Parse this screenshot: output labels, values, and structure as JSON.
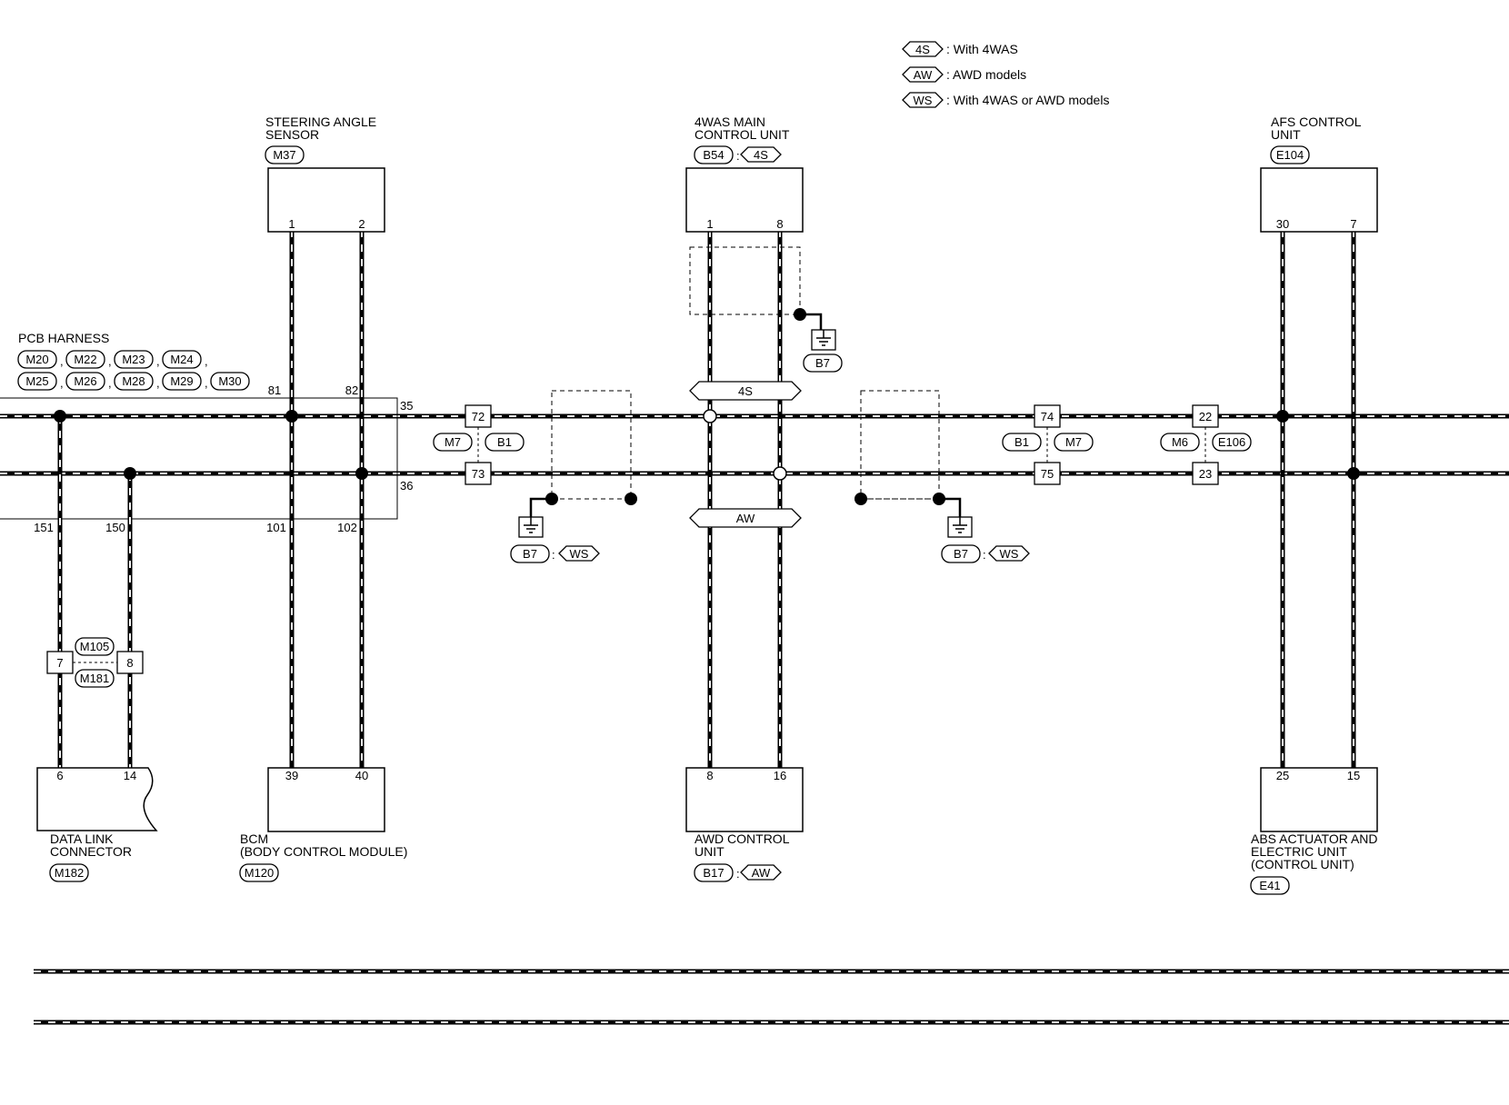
{
  "legend": [
    {
      "code": "4S",
      "text": ": With 4WAS"
    },
    {
      "code": "AW",
      "text": ": AWD models"
    },
    {
      "code": "WS",
      "text": ": With 4WAS or AWD models"
    }
  ],
  "components": {
    "steering_angle_sensor": {
      "name_1": "STEERING ANGLE",
      "name_2": "SENSOR",
      "connector": "M37",
      "pins": [
        "1",
        "2"
      ]
    },
    "main_4was": {
      "name_1": "4WAS MAIN",
      "name_2": "CONTROL UNIT",
      "connector": "B54",
      "condition": "4S",
      "pins": [
        "1",
        "8"
      ]
    },
    "afs": {
      "name_1": "AFS CONTROL",
      "name_2": "UNIT",
      "connector": "E104",
      "pins": [
        "30",
        "7"
      ]
    },
    "dlc": {
      "name_1": "DATA LINK",
      "name_2": "CONNECTOR",
      "connector": "M182",
      "pins": [
        "6",
        "14"
      ]
    },
    "bcm": {
      "name_1": "BCM",
      "name_2": "(BODY CONTROL MODULE)",
      "connector": "M120",
      "pins": [
        "39",
        "40"
      ]
    },
    "awd": {
      "name_1": "AWD CONTROL",
      "name_2": "UNIT",
      "connector": "B17",
      "condition": "AW",
      "pins": [
        "8",
        "16"
      ]
    },
    "abs": {
      "name_1": "ABS ACTUATOR AND",
      "name_2": "ELECTRIC UNIT",
      "name_3": "(CONTROL UNIT)",
      "connector": "E41",
      "pins": [
        "25",
        "15"
      ]
    }
  },
  "pcb_harness": {
    "title": "PCB HARNESS",
    "connectors_row1": [
      "M20",
      "M22",
      "M23",
      "M24"
    ],
    "connectors_row2": [
      "M25",
      "M26",
      "M28",
      "M29",
      "M30"
    ],
    "sep": ",",
    "pins": {
      "top_left": "81",
      "top_right": "82",
      "right_top": "35",
      "right_bottom": "36",
      "bottom_1": "151",
      "bottom_2": "150",
      "bottom_3": "101",
      "bottom_4": "102"
    }
  },
  "joints": {
    "left": {
      "pin_top": "72",
      "pin_bottom": "73",
      "connectors": [
        "M7",
        "B1"
      ]
    },
    "right1": {
      "pin_top": "74",
      "pin_bottom": "75",
      "connectors": [
        "B1",
        "M7"
      ]
    },
    "right2": {
      "pin_top": "22",
      "pin_bottom": "23",
      "connectors": [
        "M6",
        "E106"
      ]
    },
    "dlc_joint": {
      "pin_left": "7",
      "pin_right": "8",
      "connectors": [
        "M105",
        "M181"
      ]
    }
  },
  "grounds": {
    "top": {
      "connector": "B7"
    },
    "left": {
      "connector": "B7",
      "condition": "WS"
    },
    "right": {
      "connector": "B7",
      "condition": "WS"
    }
  },
  "condition_markers": {
    "upper": "4S",
    "lower": "AW"
  },
  "colon": ":"
}
